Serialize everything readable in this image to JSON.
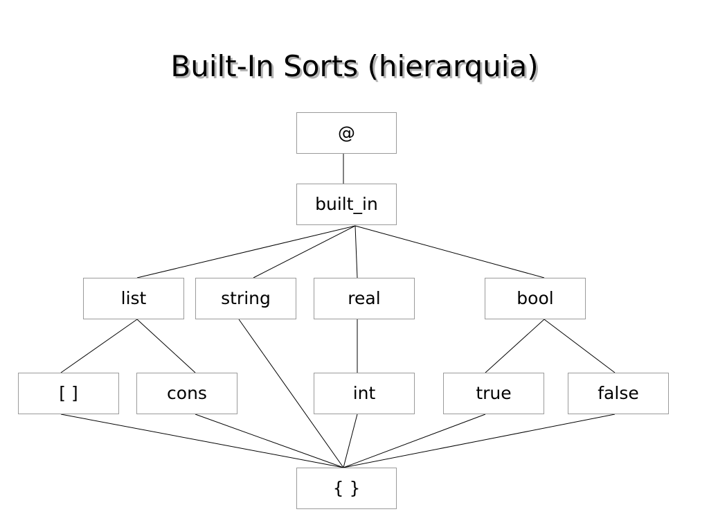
{
  "title": "Built-In Sorts (hierarquia)",
  "diagram": {
    "nodes": [
      {
        "id": "at",
        "label": "@"
      },
      {
        "id": "built_in",
        "label": "built_in"
      },
      {
        "id": "list",
        "label": "list"
      },
      {
        "id": "string",
        "label": "string"
      },
      {
        "id": "real",
        "label": "real"
      },
      {
        "id": "bool",
        "label": "bool"
      },
      {
        "id": "empty_list",
        "label": "[ ]"
      },
      {
        "id": "cons",
        "label": "cons"
      },
      {
        "id": "int",
        "label": "int"
      },
      {
        "id": "true",
        "label": "true"
      },
      {
        "id": "false",
        "label": "false"
      },
      {
        "id": "empty_set",
        "label": "{ }"
      }
    ],
    "edges": [
      [
        "at",
        "built_in"
      ],
      [
        "built_in",
        "list"
      ],
      [
        "built_in",
        "string"
      ],
      [
        "built_in",
        "real"
      ],
      [
        "built_in",
        "bool"
      ],
      [
        "list",
        "empty_list"
      ],
      [
        "list",
        "cons"
      ],
      [
        "real",
        "int"
      ],
      [
        "bool",
        "true"
      ],
      [
        "bool",
        "false"
      ],
      [
        "empty_list",
        "empty_set"
      ],
      [
        "cons",
        "empty_set"
      ],
      [
        "string",
        "empty_set"
      ],
      [
        "int",
        "empty_set"
      ],
      [
        "true",
        "empty_set"
      ],
      [
        "false",
        "empty_set"
      ]
    ]
  }
}
